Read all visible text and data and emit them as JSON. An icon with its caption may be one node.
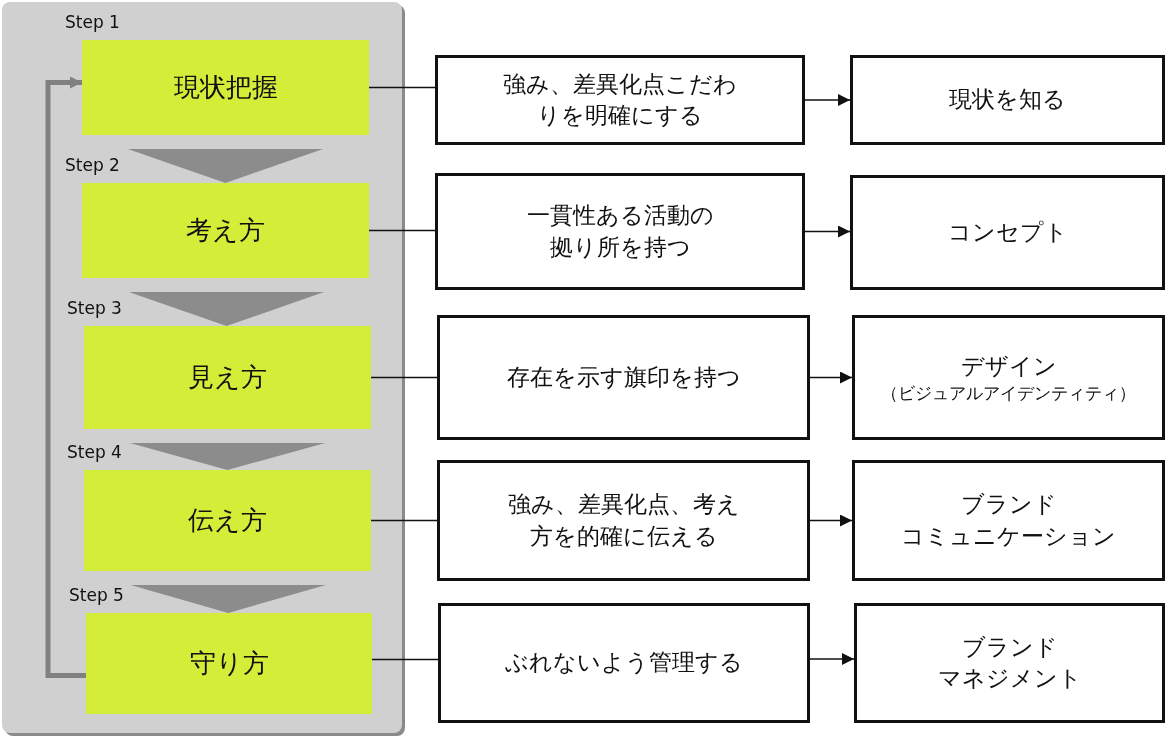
{
  "diagram": {
    "nodes": [
      {
        "text": [
          "Step 1",
          "現状把握"
        ]
      },
      {
        "text": [
          "強み、差異化点こだわりを明確にする"
        ]
      },
      {
        "text": [
          "現状を知る"
        ]
      },
      {
        "text": [
          "Step 2",
          "考え方"
        ]
      },
      {
        "text": [
          "一貫性ある活動の拠り所を持つ"
        ]
      },
      {
        "text": [
          "コンセプト"
        ]
      },
      {
        "text": [
          "Step 3",
          "見え方"
        ]
      },
      {
        "text": [
          "存在を示す旗印を持つ"
        ]
      },
      {
        "text": [
          "デザイン",
          "（ビジュアルアイデンティティ）"
        ]
      },
      {
        "text": [
          "Step 4",
          "伝え方"
        ]
      },
      {
        "text": [
          "強み、差異化点、考え方を的確に伝える"
        ]
      },
      {
        "text": [
          "ブランド",
          "コミュニケーション"
        ]
      },
      {
        "text": [
          "Step 5",
          "守り方"
        ]
      },
      {
        "text": [
          "ぶれないよう管理する"
        ]
      },
      {
        "text": [
          "ブランド",
          "マネジメント"
        ]
      }
    ],
    "edges": [
      {
        "from": 0,
        "to": 1,
        "arrow": "none"
      },
      {
        "from": 1,
        "to": 2,
        "arrow": "to"
      },
      {
        "from": 3,
        "to": 4,
        "arrow": "none"
      },
      {
        "from": 4,
        "to": 5,
        "arrow": "to"
      },
      {
        "from": 6,
        "to": 7,
        "arrow": "none"
      },
      {
        "from": 7,
        "to": 8,
        "arrow": "to"
      },
      {
        "from": 9,
        "to": 10,
        "arrow": "none"
      },
      {
        "from": 10,
        "to": 11,
        "arrow": "to"
      },
      {
        "from": 12,
        "to": 13,
        "arrow": "none"
      },
      {
        "from": 13,
        "to": 14,
        "arrow": "to"
      },
      {
        "from": 0,
        "to": 3,
        "arrow": "to",
        "color": "#8c8c8c"
      },
      {
        "from": 3,
        "to": 6,
        "arrow": "to",
        "color": "#8c8c8c"
      },
      {
        "from": 6,
        "to": 9,
        "arrow": "to",
        "color": "#8c8c8c"
      },
      {
        "from": 9,
        "to": 12,
        "arrow": "to",
        "color": "#8c8c8c"
      },
      {
        "from": 12,
        "to": 0,
        "arrow": "to",
        "style": "thick",
        "color": "#808080"
      }
    ]
  }
}
